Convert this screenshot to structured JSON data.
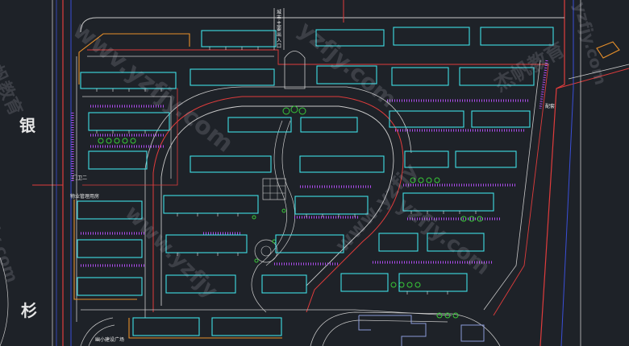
{
  "streets": {
    "left_top": "银",
    "left_bottom": "杉"
  },
  "watermarks": [
    "wwv.yzfjy.com",
    "杰帆教育",
    "yzfjy.com",
    "杰帆教育",
    "yzfjy.com",
    "fjy.com",
    "www.yzfjy",
    "www.yzfjy",
    "yzfjy.com"
  ],
  "signs": {
    "entrance": "城市主要出入口",
    "sign_a": "物业管理用房",
    "sign_b": "门卫二",
    "sign_c": "幽小建设广场",
    "sign_d": "配套"
  },
  "colors": {
    "background": "#1e2228",
    "building": "#3ee0e6",
    "road": "#c8c8c8",
    "red_line": "#e03c3c",
    "blue_line": "#3a4fd8",
    "orange_line": "#e8902a",
    "parking": "#b04cf0",
    "green": "#38c838"
  }
}
